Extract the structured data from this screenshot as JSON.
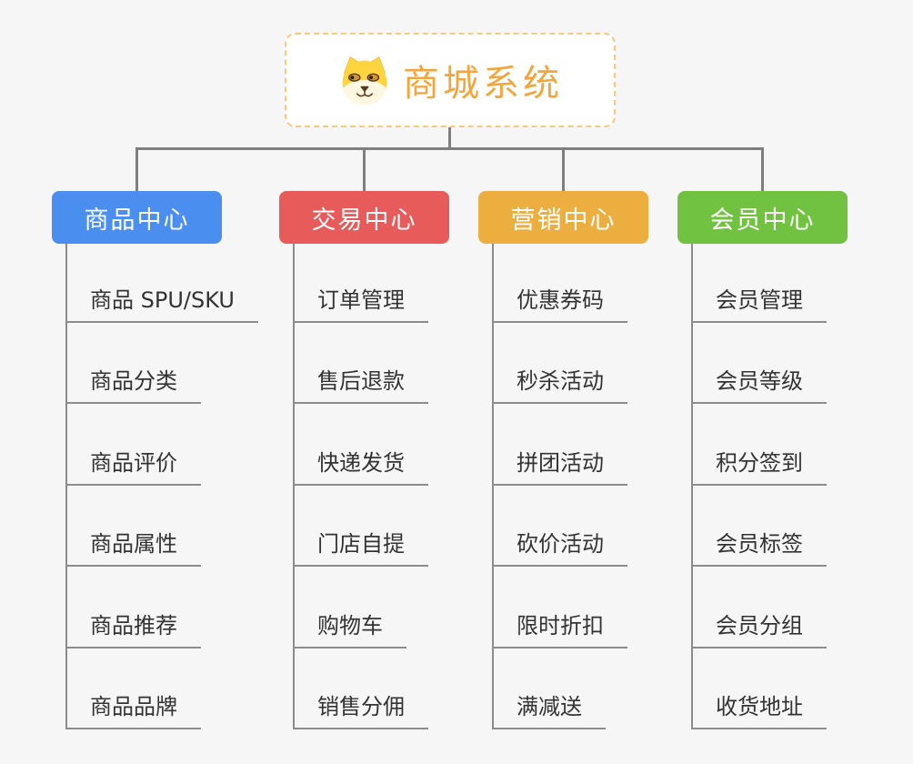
{
  "canvas": {
    "background": "#f6f6f7",
    "connector_color": "#7F7F7F"
  },
  "root": {
    "title": "商城系统",
    "icon": "doge-icon",
    "text_color": "#F2A63C",
    "border_color": "#F8C97E"
  },
  "columns": [
    {
      "label": "商品中心",
      "color": "#4A8EF0",
      "items": [
        "商品 SPU/SKU",
        "商品分类",
        "商品评价",
        "商品属性",
        "商品推荐",
        "商品品牌"
      ]
    },
    {
      "label": "交易中心",
      "color": "#E85B5B",
      "items": [
        "订单管理",
        "售后退款",
        "快递发货",
        "门店自提",
        "购物车",
        "销售分佣"
      ]
    },
    {
      "label": "营销中心",
      "color": "#ECAE3F",
      "items": [
        "优惠券码",
        "秒杀活动",
        "拼团活动",
        "砍价活动",
        "限时折扣",
        "满减送"
      ]
    },
    {
      "label": "会员中心",
      "color": "#70C240",
      "items": [
        "会员管理",
        "会员等级",
        "积分签到",
        "会员标签",
        "会员分组",
        "收货地址"
      ]
    }
  ]
}
